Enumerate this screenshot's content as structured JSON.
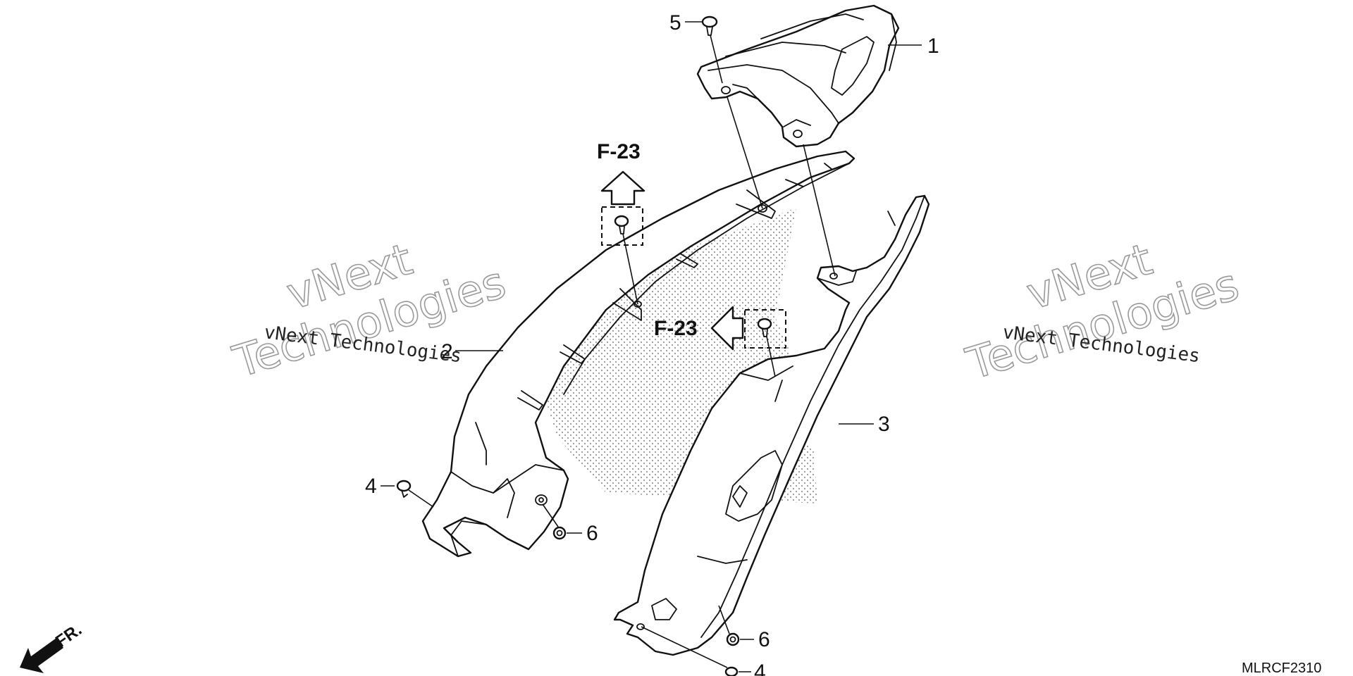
{
  "callouts": {
    "part_1": "1",
    "part_2": "2",
    "part_3": "3",
    "part_4_left": "4",
    "part_4_bottom": "4",
    "part_5": "5",
    "part_6_left": "6",
    "part_6_bottom": "6"
  },
  "references": {
    "ref_top": "F-23",
    "ref_middle": "F-23"
  },
  "watermark": {
    "small_text": "vNext Technologies",
    "large_line_1": "vNext",
    "large_line_2": "Technologies"
  },
  "direction_indicator": "FR.",
  "diagram_code": "MLRCF2310",
  "colors": {
    "line": "#111111",
    "watermark_outline": "#9a9a9a",
    "background": "#ffffff"
  }
}
